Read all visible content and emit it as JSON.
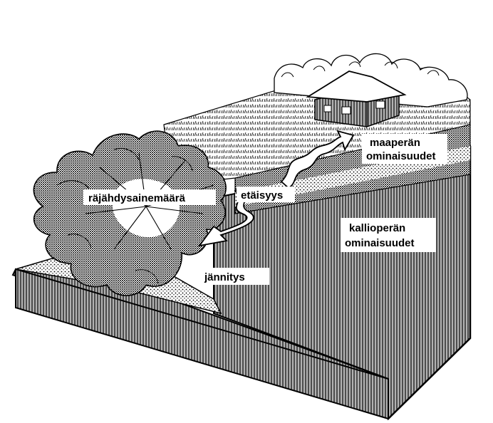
{
  "labels": {
    "explosive_amount": "räjähdysainemäärä",
    "distance": "etäisyys",
    "soil_properties_line1": "maaperän",
    "soil_properties_line2": "ominaisuudet",
    "bedrock_properties_line1": "kallioperän",
    "bedrock_properties_line2": "ominaisuudet",
    "stress": "jännitys"
  }
}
